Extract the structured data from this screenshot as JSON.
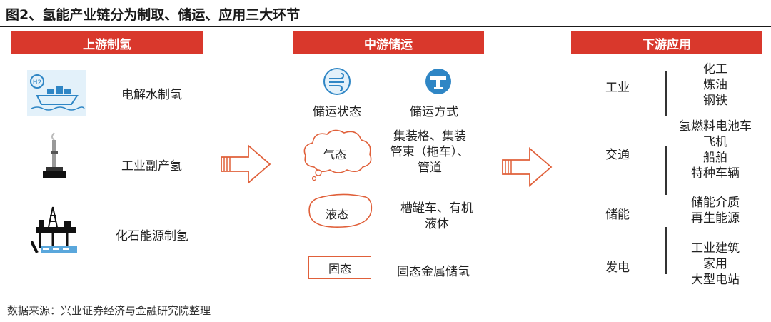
{
  "title": "图2、氢能产业链分为制取、储运、应用三大环节",
  "source": "数据来源：兴业证券经济与金融研究院整理",
  "upstream": {
    "header": "上游制氢",
    "items": [
      {
        "label": "电解水制氢",
        "icon": "ship-h2-icon",
        "badge": "H2"
      },
      {
        "label": "工业副产氢",
        "icon": "industrial-chimney-icon"
      },
      {
        "label": "化石能源制氢",
        "icon": "oil-rig-icon"
      }
    ]
  },
  "midstream": {
    "header": "中游储运",
    "col1_label": "储运状态",
    "col2_label": "储运方式",
    "col1_icon": "wind-icon",
    "col2_icon": "pipe-fitting-icon",
    "states": [
      {
        "state": "气态",
        "method_lines": [
          "集装格、集装",
          "管束（拖车）、",
          "管道"
        ]
      },
      {
        "state": "液态",
        "method_lines": [
          "槽罐车、有机",
          "液体"
        ]
      },
      {
        "state": "固态",
        "method_lines": [
          "固态金属储氢"
        ]
      }
    ]
  },
  "downstream": {
    "header": "下游应用",
    "groups": [
      {
        "sector": "工业",
        "apps": [
          "化工",
          "炼油",
          "钢铁"
        ]
      },
      {
        "sector": "交通",
        "apps": [
          "氢燃料电池车",
          "飞机",
          "船舶",
          "特种车辆"
        ]
      },
      {
        "sector": "储能",
        "apps": [
          "储能介质",
          "再生能源"
        ]
      },
      {
        "sector": "发电",
        "apps": [
          "工业建筑",
          "家用",
          "大型电站"
        ]
      }
    ]
  },
  "colors": {
    "accent": "#d9382c",
    "outline": "#e0603a",
    "icon_blue": "#2f86c5"
  }
}
